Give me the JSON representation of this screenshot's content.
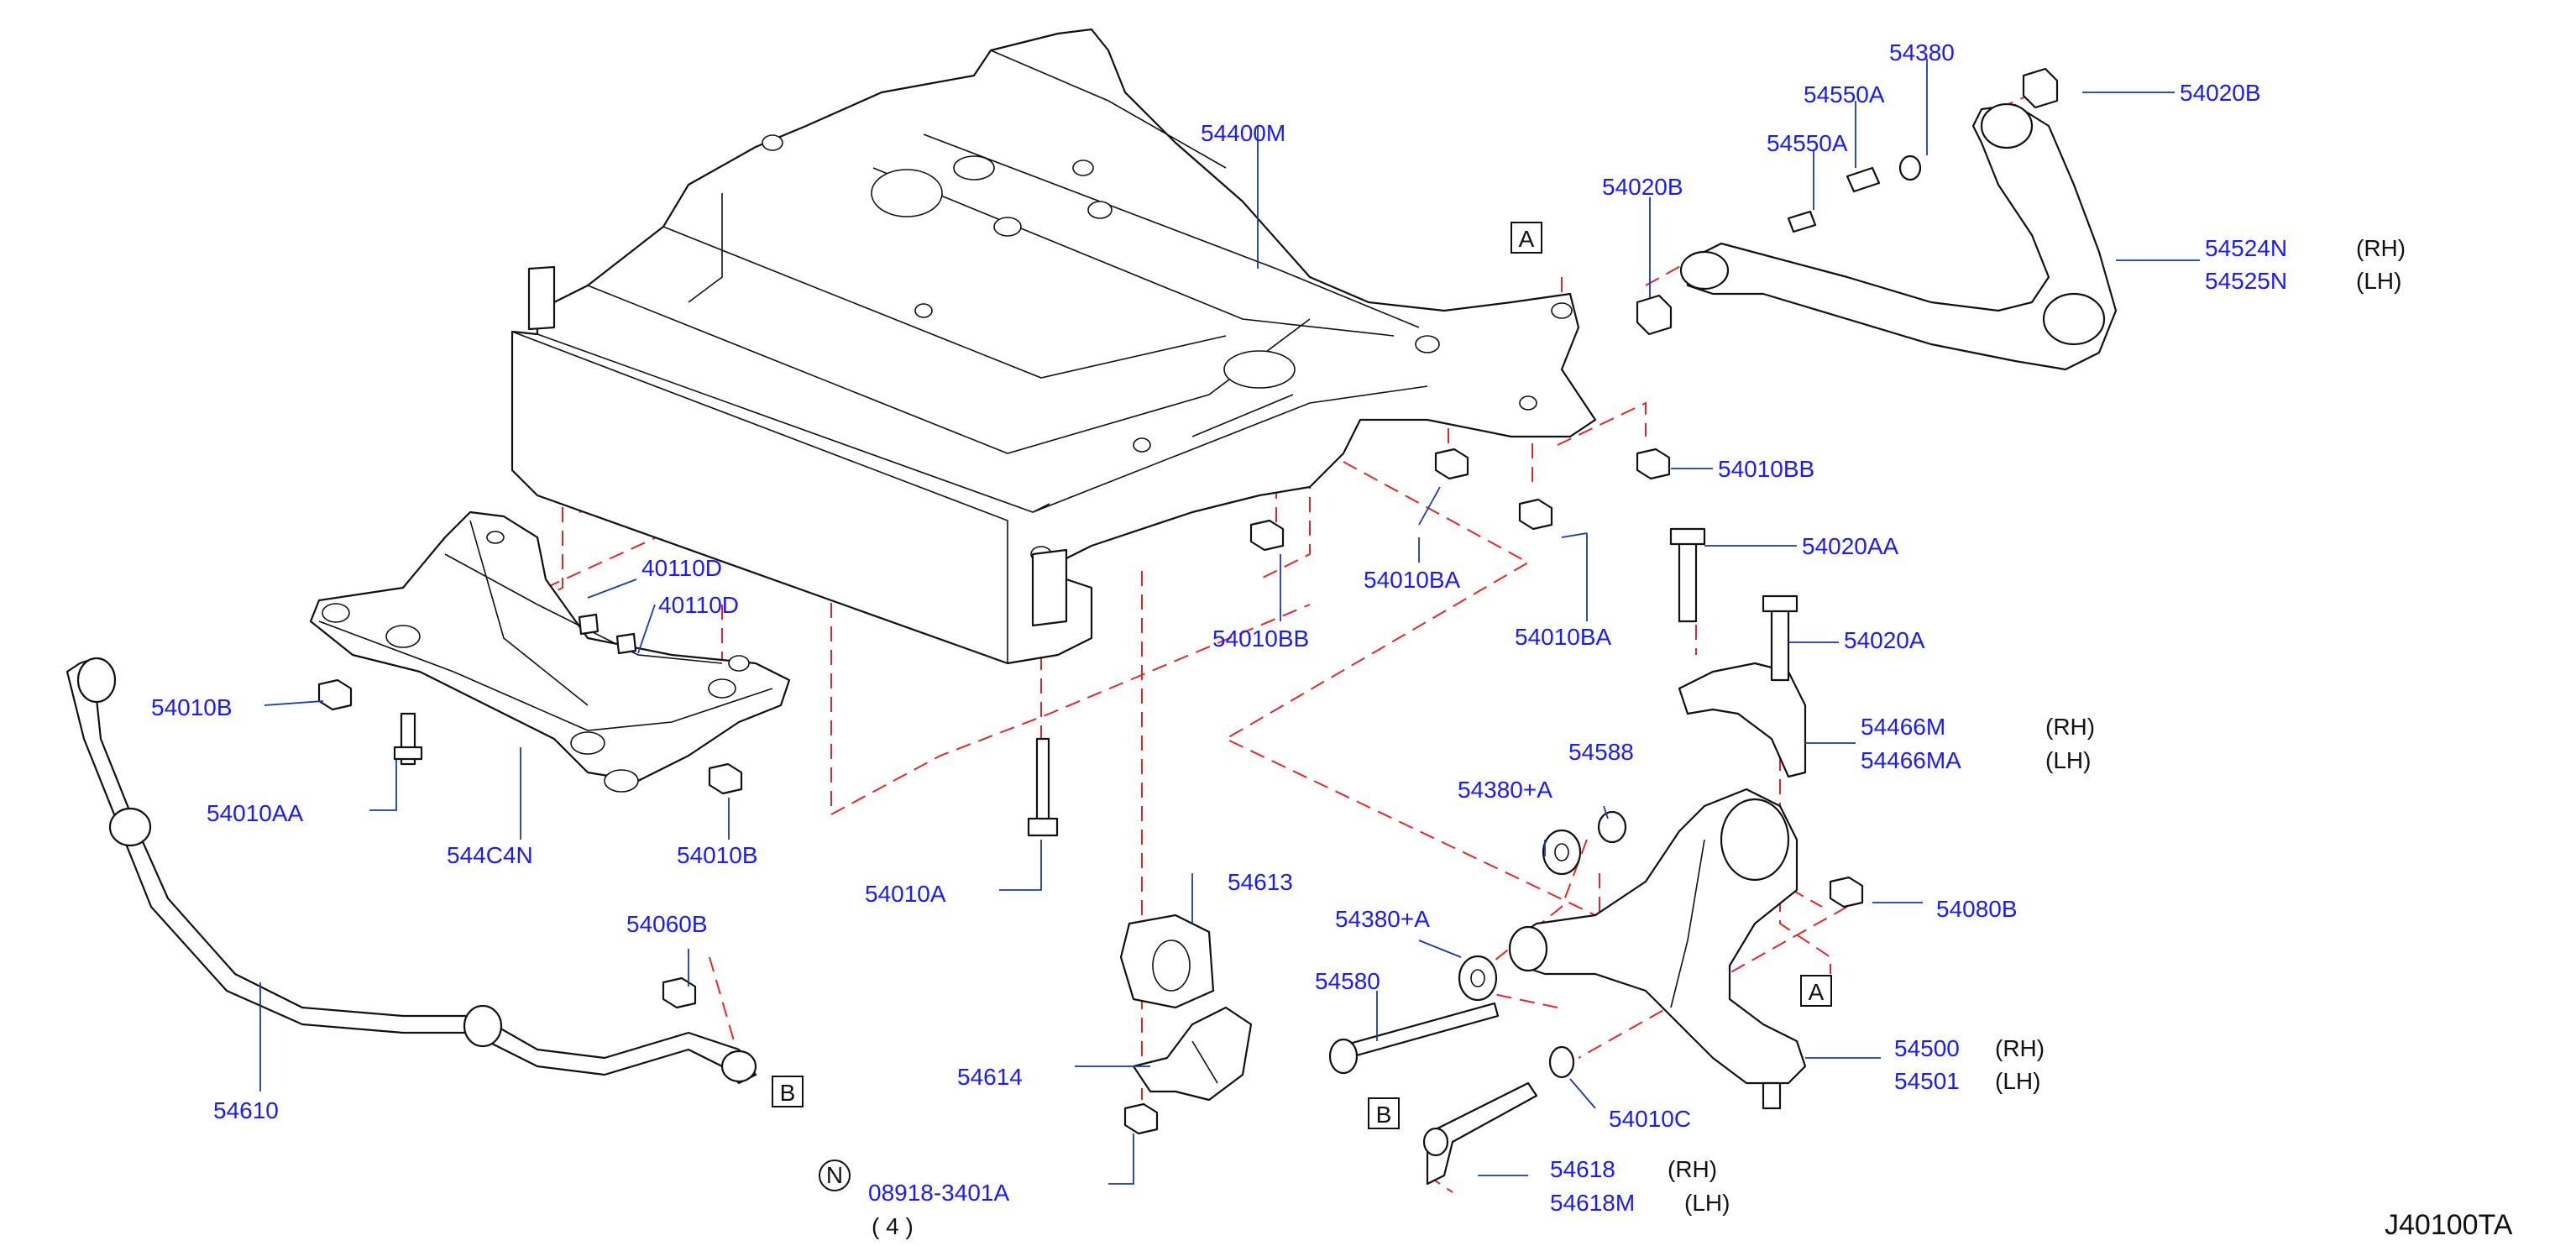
{
  "diagram_id": "J40100TA",
  "reference_marks": {
    "a": "A",
    "b": "B",
    "n": "N"
  },
  "labels": {
    "p54400M": "54400M",
    "p54380": "54380",
    "p54550A_1": "54550A",
    "p54550A_2": "54550A",
    "p54020B_1": "54020B",
    "p54020B_2": "54020B",
    "p54524N": "54524N",
    "p54525N": "54525N",
    "p54010BB_1": "54010BB",
    "p54010BB_2": "54010BB",
    "p54010BA_1": "54010BA",
    "p54010BA_2": "54010BA",
    "p54020AA": "54020AA",
    "p54020A": "54020A",
    "p54466M": "54466M",
    "p54466MA": "54466MA",
    "p40110D_1": "40110D",
    "p40110D_2": "40110D",
    "p54010B_1": "54010B",
    "p54010B_2": "54010B",
    "p54010AA": "54010AA",
    "p544C4N": "544C4N",
    "p54010A": "54010A",
    "p54060B": "54060B",
    "p54610": "54610",
    "p54613": "54613",
    "p54614": "54614",
    "p08918": "08918-3401A",
    "p54380A_1": "54380+A",
    "p54380A_2": "54380+A",
    "p54588": "54588",
    "p54580": "54580",
    "p54080B": "54080B",
    "p54500": "54500",
    "p54501": "54501",
    "p54010C": "54010C",
    "p54618": "54618",
    "p54618M": "54618M"
  },
  "notes": {
    "rh": "(RH)",
    "lh": "(LH)",
    "qty_4": "( 4 )"
  },
  "colors": {
    "label_blue": "#1a1aff",
    "guide_red": "#e0282a",
    "leader_blue": "#1a3aa8",
    "line_black": "#111111"
  }
}
